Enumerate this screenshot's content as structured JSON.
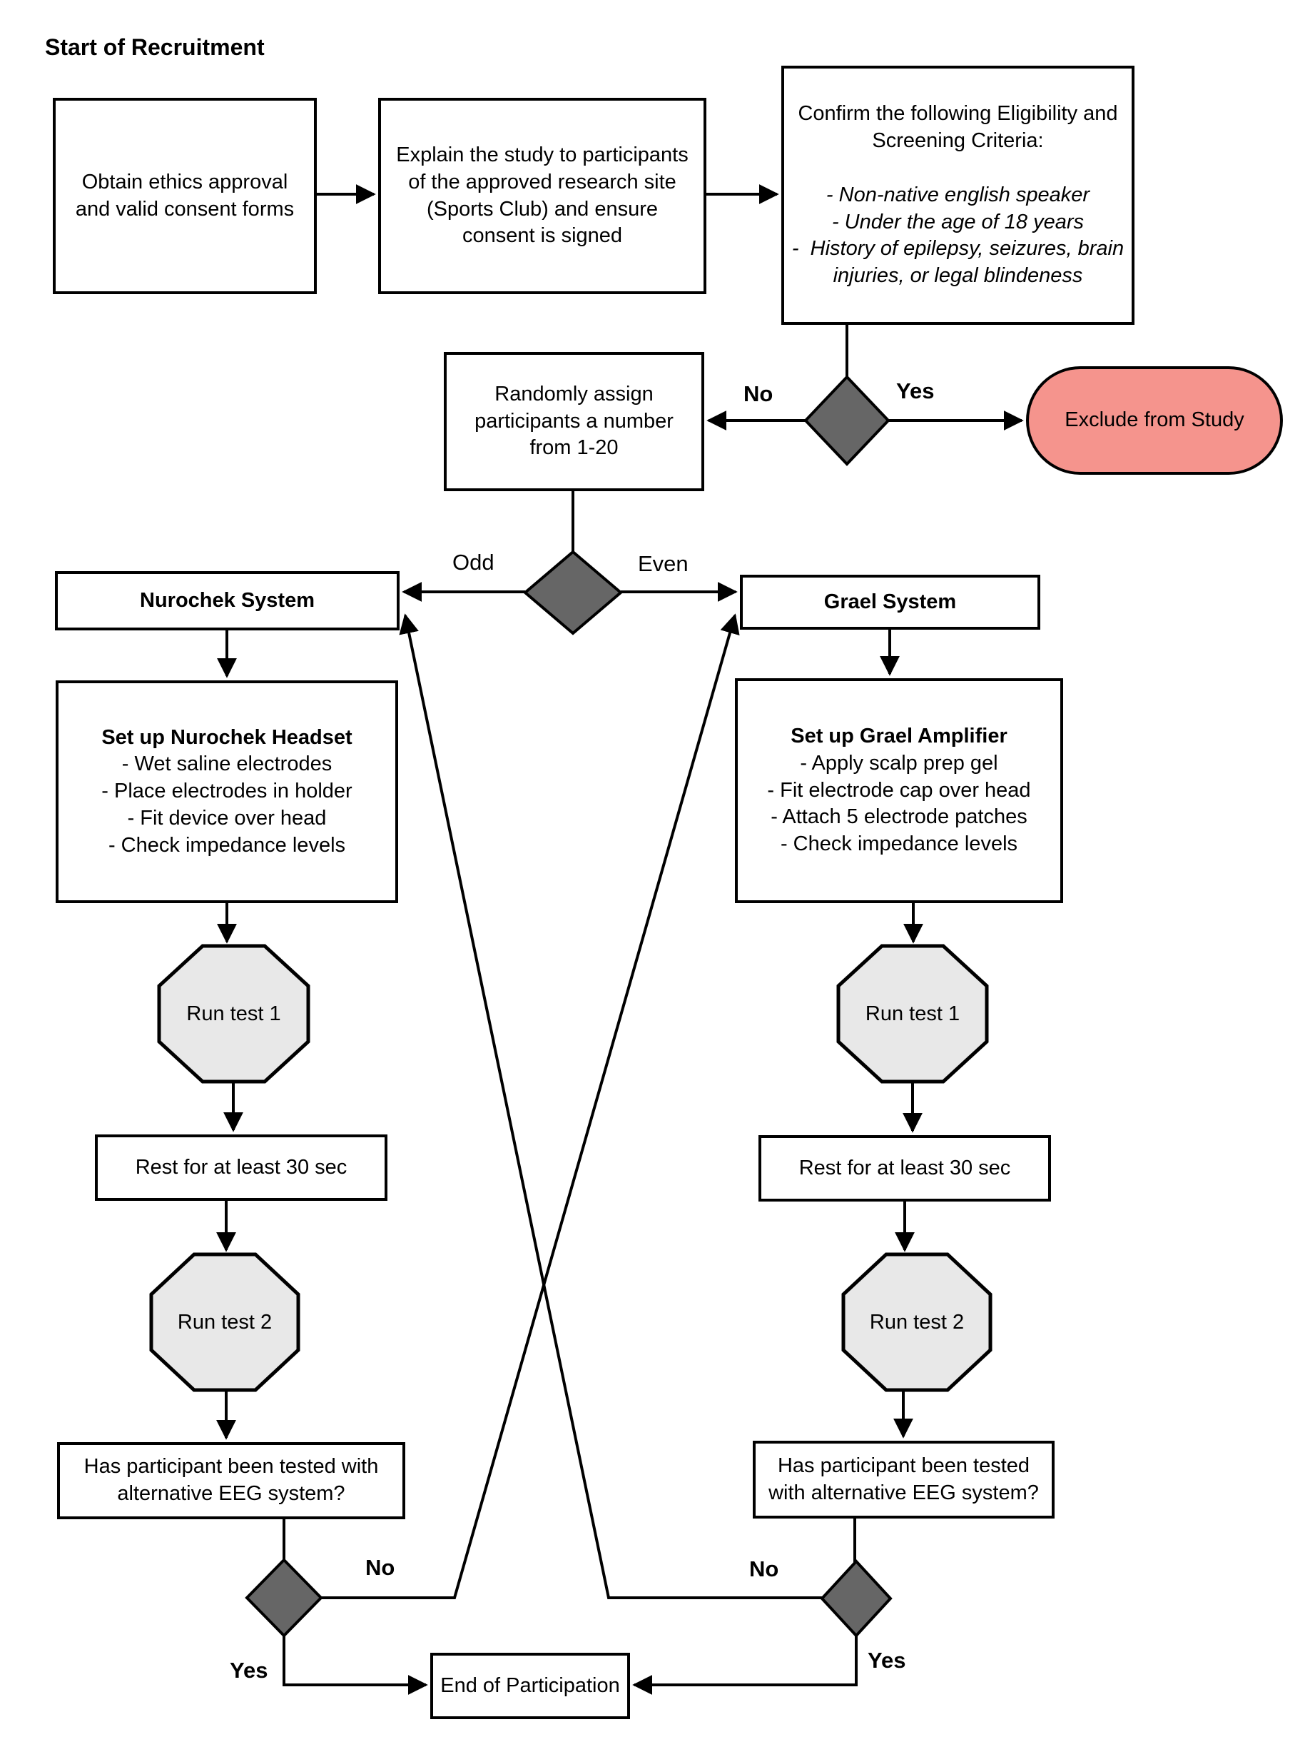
{
  "title": "Start of Recruitment",
  "colors": {
    "exclude_fill": "#F5948D",
    "decision_fill": "#666666",
    "octagon_fill": "#E8E8E8",
    "line": "#000000"
  },
  "labels": {
    "no": "No",
    "yes": "Yes",
    "odd": "Odd",
    "even": "Even"
  },
  "flow": {
    "obtain_ethics": "Obtain ethics approval and valid consent forms",
    "explain_study": "Explain the study to participants of the approved research site (Sports Club) and ensure consent is signed",
    "eligibility": {
      "title": "Confirm the following Eligibility and Screening Criteria:",
      "criteria": [
        "- Non-native english speaker",
        "- Under the age of 18 years",
        "-  History of epilepsy, seizures, brain injuries, or legal blindeness"
      ]
    },
    "randomly_assign": "Randomly assign participants a number from 1-20",
    "exclude": "Exclude from Study",
    "question": "Has participant been tested with alternative EEG system?",
    "rest": "Rest for at least 30 sec",
    "run_test_1": "Run test 1",
    "run_test_2": "Run test 2",
    "end": "End of Participation"
  },
  "nurochek": {
    "name": "Nurochek System",
    "setup_title": "Set up Nurochek Headset",
    "setup_items": [
      "- Wet saline electrodes",
      "- Place electrodes in holder",
      "- Fit device over head",
      "- Check impedance levels"
    ]
  },
  "grael": {
    "name": "Grael System",
    "setup_title": "Set up Grael Amplifier",
    "setup_items": [
      "- Apply scalp prep gel",
      "- Fit electrode cap over head",
      "- Attach 5 electrode patches",
      "- Check impedance levels"
    ]
  }
}
